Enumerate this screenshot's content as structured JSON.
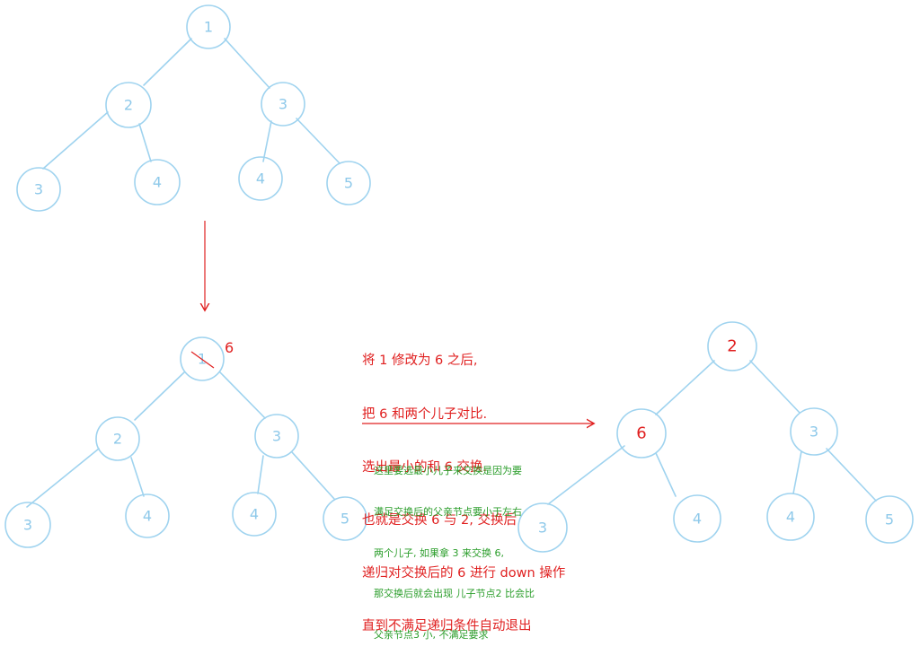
{
  "colors": {
    "tree_stroke": "#9fd3ef",
    "tree_text": "#8ec9ea",
    "highlight_red": "#e02020",
    "note_green": "#2a9d2a"
  },
  "tree_top": {
    "nodes": [
      {
        "id": "t1",
        "label": "1"
      },
      {
        "id": "t2",
        "label": "2"
      },
      {
        "id": "t3",
        "label": "3"
      },
      {
        "id": "t4",
        "label": "3"
      },
      {
        "id": "t5",
        "label": "4"
      },
      {
        "id": "t6",
        "label": "4"
      },
      {
        "id": "t7",
        "label": "5"
      }
    ]
  },
  "tree_middle": {
    "root_label": "1",
    "replacement_label": "6",
    "nodes": [
      {
        "id": "m2",
        "label": "2"
      },
      {
        "id": "m3",
        "label": "3"
      },
      {
        "id": "m4",
        "label": "3"
      },
      {
        "id": "m5",
        "label": "4"
      },
      {
        "id": "m6",
        "label": "4"
      },
      {
        "id": "m7",
        "label": "5"
      }
    ]
  },
  "tree_result": {
    "nodes": [
      {
        "id": "r1",
        "label": "2"
      },
      {
        "id": "r2",
        "label": "6"
      },
      {
        "id": "r3",
        "label": "3"
      },
      {
        "id": "r4",
        "label": "3"
      },
      {
        "id": "r5",
        "label": "4"
      },
      {
        "id": "r6",
        "label": "4"
      },
      {
        "id": "r7",
        "label": "5"
      }
    ]
  },
  "red_note": {
    "lines": [
      "将 1 修改为 6 之后,",
      "把 6 和两个儿子对比.",
      "选出最小的和 6 交换.",
      "也就是交换 6 与 2, 交换后",
      "递归对交换后的 6 进行 down 操作",
      "直到不满足递归条件自动退出"
    ]
  },
  "green_note": {
    "lines": [
      "这里要选最小儿子来交换是因为要",
      "满足交换后的父亲节点要小于左右",
      "两个儿子, 如果拿 3 来交换 6,",
      "那交换后就会出现 儿子节点2 比会比",
      "父亲节点3 小, 不满足要求"
    ]
  }
}
